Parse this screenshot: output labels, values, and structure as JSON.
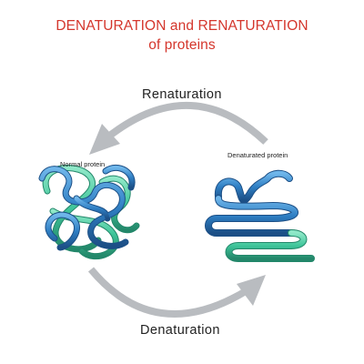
{
  "title": {
    "line1": "DENATURATION and RENATURATION",
    "line2": "of proteins"
  },
  "labels": {
    "normal_protein": "Normal protein",
    "denatured_protein": "Denaturated protein",
    "renaturation": "Renaturation",
    "denaturation": "Denaturation"
  },
  "colors": {
    "title": "#d4362c",
    "arrow": "#b9bcc0",
    "protein_blue": "#2f7fc4",
    "protein_blue_dark": "#1c4f86",
    "protein_green": "#3fc59a",
    "protein_green_dark": "#23876a"
  }
}
